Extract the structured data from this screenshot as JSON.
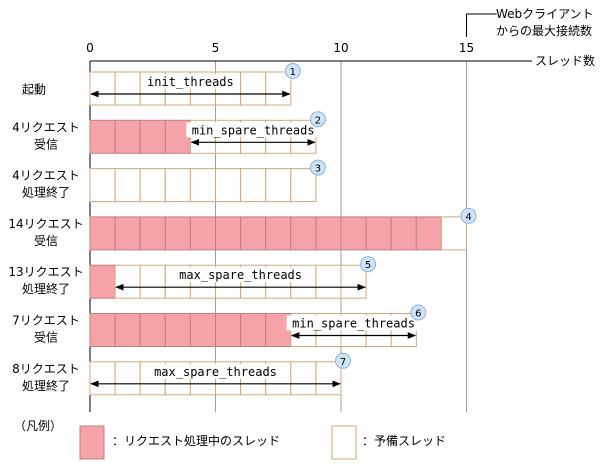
{
  "diagram": {
    "scale_labels": [
      "0",
      "5",
      "10",
      "15"
    ],
    "axis_label": "スレッド数",
    "max_connections_label": [
      "Webクライアント",
      "からの最大接続数"
    ],
    "max_threads": 15,
    "rows": [
      {
        "label": [
          "起動"
        ],
        "busy": 0,
        "spare": 8,
        "marker": "1",
        "arrow": {
          "from": 0,
          "to": 8,
          "text": "init_threads"
        }
      },
      {
        "label": [
          "4リクエスト",
          "受信"
        ],
        "busy": 4,
        "spare": 5,
        "marker": "2",
        "arrow": {
          "from": 4,
          "to": 9,
          "text": "min_spare_threads"
        }
      },
      {
        "label": [
          "4リクエスト",
          "処理終了"
        ],
        "busy": 0,
        "spare": 9,
        "marker": "3",
        "arrow": null
      },
      {
        "label": [
          "14リクエスト",
          "受信"
        ],
        "busy": 14,
        "spare": 1,
        "marker": "4",
        "arrow": null
      },
      {
        "label": [
          "13リクエスト",
          "処理終了"
        ],
        "busy": 1,
        "spare": 10,
        "marker": "5",
        "arrow": {
          "from": 1,
          "to": 11,
          "text": "max_spare_threads"
        }
      },
      {
        "label": [
          "7リクエスト",
          "受信"
        ],
        "busy": 8,
        "spare": 5,
        "marker": "6",
        "arrow": {
          "from": 8,
          "to": 13,
          "text": "min_spare_threads"
        }
      },
      {
        "label": [
          "8リクエスト",
          "処理終了"
        ],
        "busy": 0,
        "spare": 10,
        "marker": "7",
        "arrow": {
          "from": 0,
          "to": 10,
          "text": "max_spare_threads"
        }
      }
    ],
    "legend": {
      "title": "（凡例）",
      "busy_label": "：リクエスト処理中のスレッド",
      "spare_label": "：予備スレッド"
    }
  },
  "colors": {
    "busy_fill": "#f5a3a8",
    "busy_stroke": "#c08080",
    "spare_stroke": "#d6a77a",
    "marker_fill": "#cfe3f7",
    "marker_stroke": "#8fb3d9",
    "grid": "#a0a0a0",
    "ink": "#000000"
  }
}
